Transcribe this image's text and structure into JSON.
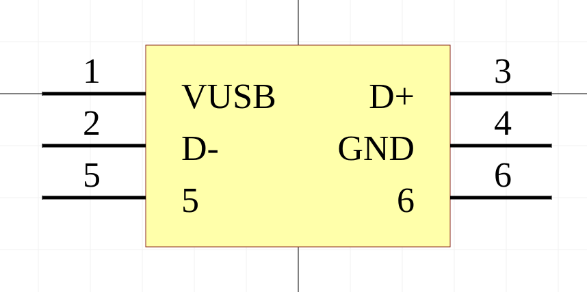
{
  "component": {
    "body_color": "#ffffaa",
    "border_color": "#8b2a1c",
    "pins": [
      {
        "number": "1",
        "name": "VUSB",
        "side": "left"
      },
      {
        "number": "2",
        "name": "D-",
        "side": "left"
      },
      {
        "number": "5",
        "name": "5",
        "side": "left"
      },
      {
        "number": "3",
        "name": "D+",
        "side": "right"
      },
      {
        "number": "4",
        "name": "GND",
        "side": "right"
      },
      {
        "number": "6",
        "name": "6",
        "side": "right"
      }
    ]
  },
  "grid": {
    "line_color": "#f2f2f2",
    "crosshair_color": "#000000"
  }
}
